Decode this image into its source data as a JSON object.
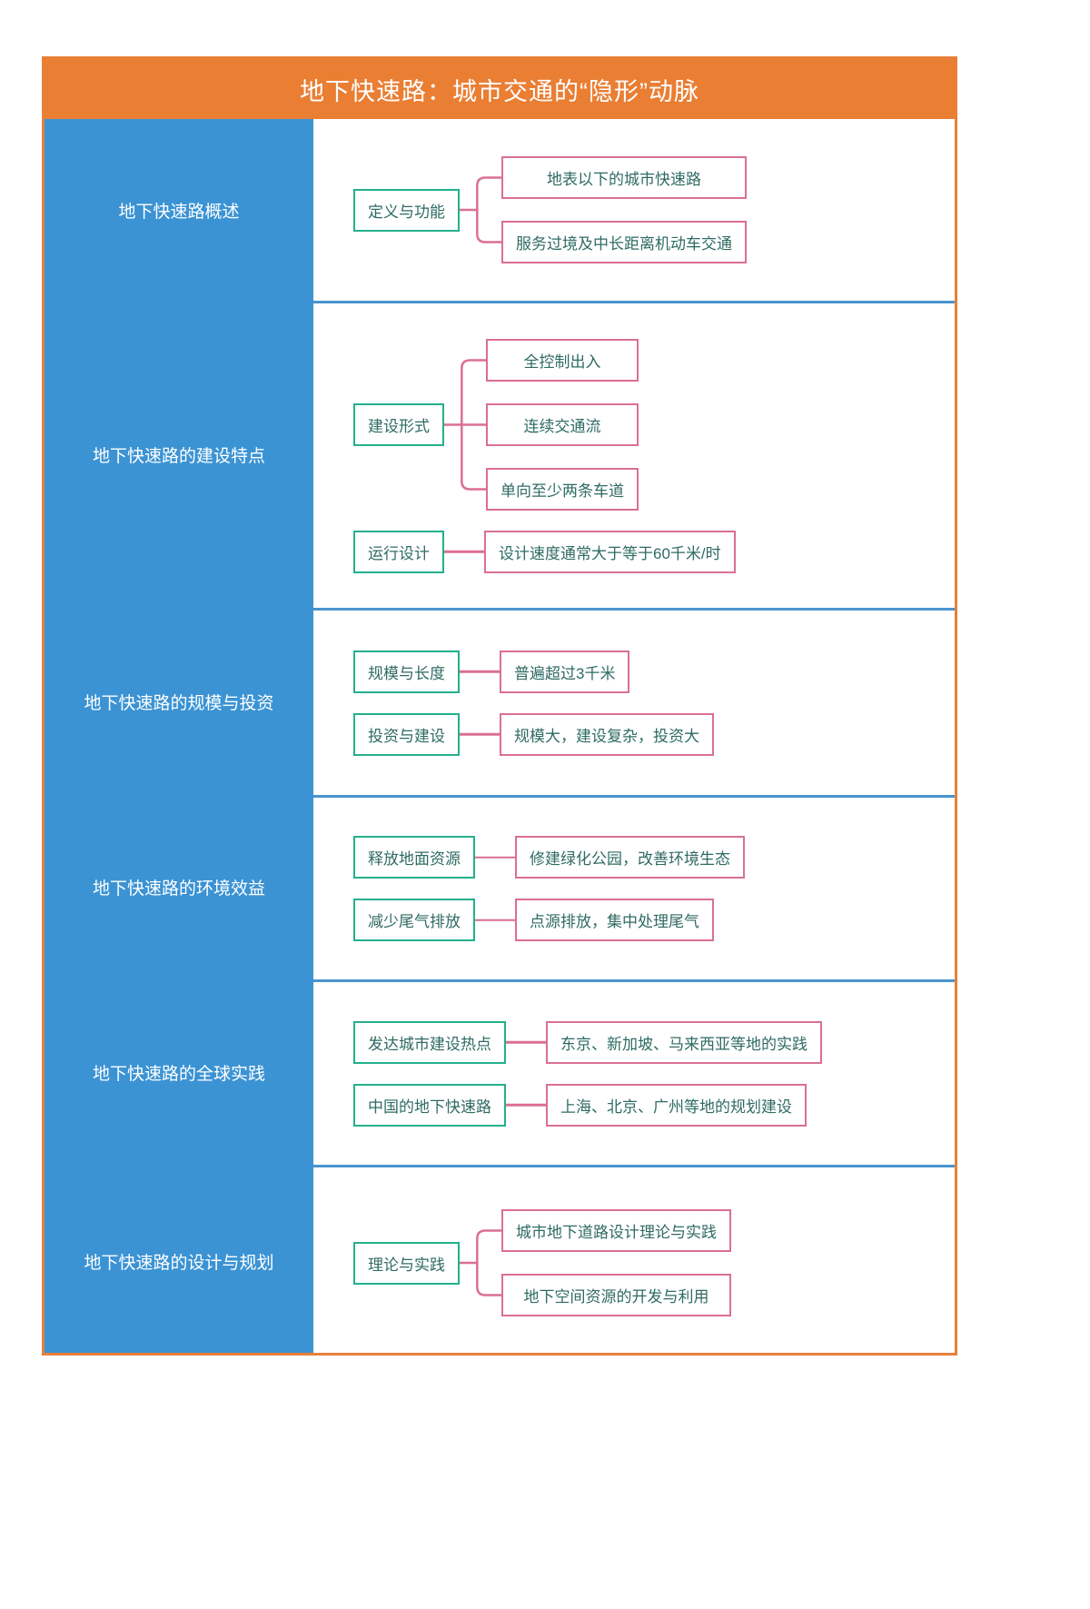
{
  "title": "地下快速路：城市交通的“隐形”动脉",
  "colors": {
    "title_bar": "#ea7e33",
    "frame_border": "#e8803a",
    "section_panel": "#3b93d4",
    "divider": "#4a94cd",
    "node_level2_border": "#24b08b",
    "node_level3_border": "#db6f92",
    "node_text": "#2f6b63",
    "connector": "#db6f92"
  },
  "sections": [
    {
      "label": "地下快速路概述",
      "groups": [
        {
          "topic": "定义与功能",
          "details": [
            "地表以下的城市快速路",
            "服务过境及中长距离机动车交通"
          ]
        }
      ]
    },
    {
      "label": "地下快速路的建设特点",
      "groups": [
        {
          "topic": "建设形式",
          "details": [
            "全控制出入",
            "连续交通流",
            "单向至少两条车道"
          ]
        },
        {
          "topic": "运行设计",
          "details": [
            "设计速度通常大于等于60千米/时"
          ]
        }
      ]
    },
    {
      "label": "地下快速路的规模与投资",
      "groups": [
        {
          "topic": "规模与长度",
          "details": [
            "普遍超过3千米"
          ]
        },
        {
          "topic": "投资与建设",
          "details": [
            "规模大，建设复杂，投资大"
          ]
        }
      ]
    },
    {
      "label": "地下快速路的环境效益",
      "groups": [
        {
          "topic": "释放地面资源",
          "details": [
            "修建绿化公园，改善环境生态"
          ]
        },
        {
          "topic": "减少尾气排放",
          "details": [
            "点源排放，集中处理尾气"
          ]
        }
      ]
    },
    {
      "label": "地下快速路的全球实践",
      "groups": [
        {
          "topic": "发达城市建设热点",
          "details": [
            "东京、新加坡、马来西亚等地的实践"
          ]
        },
        {
          "topic": "中国的地下快速路",
          "details": [
            "上海、北京、广州等地的规划建设"
          ]
        }
      ]
    },
    {
      "label": "地下快速路的设计与规划",
      "groups": [
        {
          "topic": "理论与实践",
          "details": [
            "城市地下道路设计理论与实践",
            "地下空间资源的开发与利用"
          ]
        }
      ]
    }
  ]
}
